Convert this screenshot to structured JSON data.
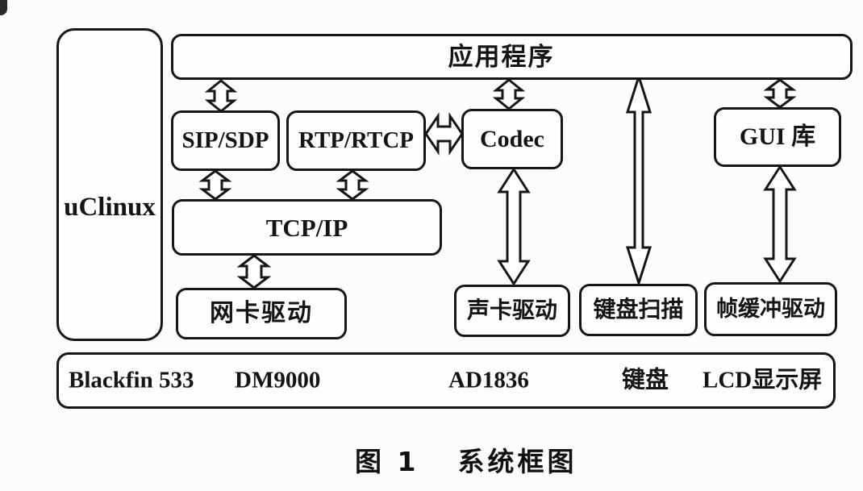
{
  "nodes": {
    "uclinux": "uClinux",
    "app": "应用程序",
    "sip_sdp": "SIP/SDP",
    "rtp_rtcp": "RTP/RTCP",
    "codec": "Codec",
    "gui_lib": "GUI 库",
    "tcp_ip": "TCP/IP",
    "nic_driver": "网卡驱动",
    "sound_driver": "声卡驱动",
    "keyboard_scan": "键盘扫描",
    "framebuffer_driver": "帧缓冲驱动"
  },
  "hardware_bar": {
    "items": [
      "Blackfin 533",
      "DM9000",
      "AD1836",
      "键盘",
      "LCD显示屏"
    ]
  },
  "caption": {
    "figure_no": "图 1",
    "title": "系统框图"
  },
  "edges": [
    {
      "from": "app",
      "to": "sip_sdp",
      "bidirectional": true
    },
    {
      "from": "app",
      "to": "codec",
      "bidirectional": true
    },
    {
      "from": "app",
      "to": "keyboard_scan",
      "bidirectional": true
    },
    {
      "from": "app",
      "to": "gui_lib",
      "bidirectional": true
    },
    {
      "from": "sip_sdp",
      "to": "tcp_ip",
      "bidirectional": true
    },
    {
      "from": "rtp_rtcp",
      "to": "tcp_ip",
      "bidirectional": true
    },
    {
      "from": "rtp_rtcp",
      "to": "codec",
      "bidirectional": true
    },
    {
      "from": "tcp_ip",
      "to": "nic_driver",
      "bidirectional": true
    },
    {
      "from": "codec",
      "to": "sound_driver",
      "bidirectional": true
    },
    {
      "from": "gui_lib",
      "to": "framebuffer_driver",
      "bidirectional": true
    }
  ],
  "colors": {
    "ink": "#161616",
    "paper": "#fcfcfa"
  }
}
